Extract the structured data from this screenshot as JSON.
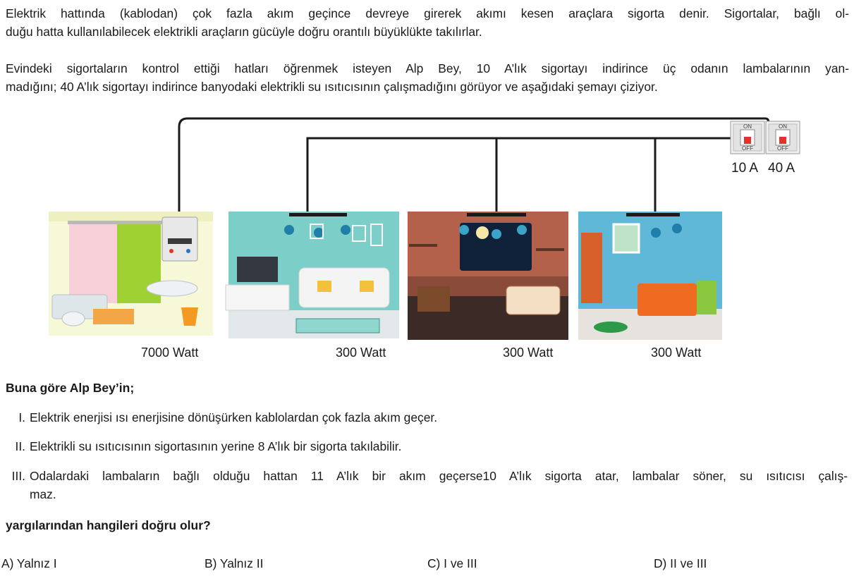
{
  "intro": {
    "p1_l1": "Elektrik hattında (kablodan) çok fazla akım geçince devreye girerek akımı kesen araçlara sigorta denir. Sigortalar, bağlı ol-",
    "p1_l2": "duğu hatta kullanılabilecek elektrikli araçların gücüyle doğru orantılı büyüklükte takılırlar.",
    "p2_l1": "Evindeki sigortaların kontrol ettiği hatları öğrenmek isteyen Alp Bey, 10 A’lık sigortayı indirince üç odanın lambalarının yan-",
    "p2_l2": "madığını; 40 A’lık sigortayı indirince banyodaki elektrikli su ısıtıcısının çalışmadığını görüyor ve aşağıdaki şemayı çiziyor."
  },
  "diagram": {
    "fuses": [
      {
        "on": "ON",
        "off": "OFF",
        "label": "10 A"
      },
      {
        "on": "ON",
        "off": "OFF",
        "label": "40 A"
      }
    ],
    "rooms": [
      {
        "name": "bathroom",
        "watt": "7000 Watt"
      },
      {
        "name": "living-room",
        "watt": "300 Watt"
      },
      {
        "name": "kids-room",
        "watt": "300 Watt"
      },
      {
        "name": "bedroom",
        "watt": "300 Watt"
      }
    ],
    "colors": {
      "wire": "#1a1a1a",
      "bath_wall": "#f6f8d8",
      "bath_curtain": "#9fd132",
      "living_wall": "#7ccfc9",
      "kids_wall": "#8a4b3a",
      "bed_wall": "#5fb8d8",
      "fuse_red": "#e53127"
    }
  },
  "question": {
    "lead": "Buna göre Alp Bey’in;",
    "items": [
      {
        "num": "I.",
        "text": "Elektrik enerjisi ısı enerjisine dönüşürken kablolardan çok fazla akım geçer."
      },
      {
        "num": "II.",
        "text": "Elektrikli su ısıtıcısının sigortasının yerine 8 A’lık bir sigorta takılabilir."
      },
      {
        "num": "III.",
        "text_l1": "Odalardaki lambaların bağlı olduğu hattan 11 A’lık bir akım geçerse10 A’lık sigorta atar, lambalar söner, su ısıtıcısı çalış-",
        "text_l2": "maz."
      }
    ],
    "ask": "yargılarından hangileri doğru olur?",
    "options": [
      "A) Yalnız I",
      "B) Yalnız II",
      "C) I ve III",
      "D) II ve III"
    ]
  }
}
